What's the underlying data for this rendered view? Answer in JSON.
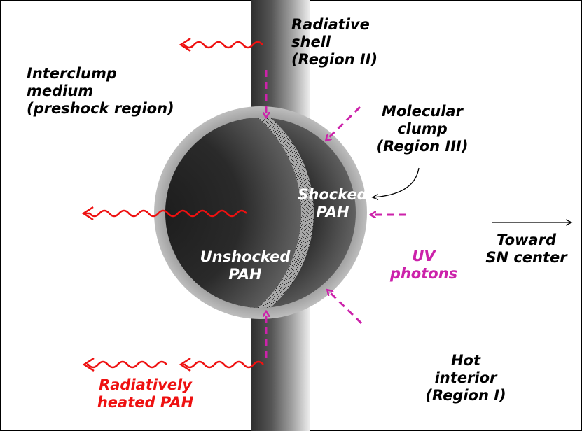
{
  "labels": {
    "radiative_shell": [
      "Radiative",
      "shell",
      "(Region II)"
    ],
    "interclump_medium": [
      "Interclump",
      "medium",
      "(preshock region)"
    ],
    "molecular_clump": [
      "Molecular",
      "clump",
      "(Region III)"
    ],
    "shocked_pah": [
      "Shocked",
      "PAH"
    ],
    "unshocked_pah": [
      "Unshocked",
      "PAH"
    ],
    "uv_photons": [
      "UV",
      "photons"
    ],
    "toward_sn_center": [
      "Toward",
      "SN center"
    ],
    "hot_interior": [
      "Hot",
      "interior",
      "(Region I)"
    ],
    "radiatively_heated_pah": [
      "Radiatively",
      "heated PAH"
    ]
  },
  "colors": {
    "outline": "#000000",
    "background": "#ffffff",
    "ir_emission_arrow": "#ee1111",
    "uv_photon_arrow": "#cc22aa",
    "radiatively_heated_label": "#ee1111",
    "uv_label": "#cc22aa",
    "clump_halo": "#b4b4b4",
    "clump_core": "#222222",
    "shocked_region": "#9a9a9a"
  },
  "icons": {
    "ir_emission": "red-wavy-arrow-icon",
    "uv_photon": "magenta-dashed-arrow-icon",
    "direction": "thin-right-arrow-icon",
    "pointer": "curved-arrow-icon"
  }
}
